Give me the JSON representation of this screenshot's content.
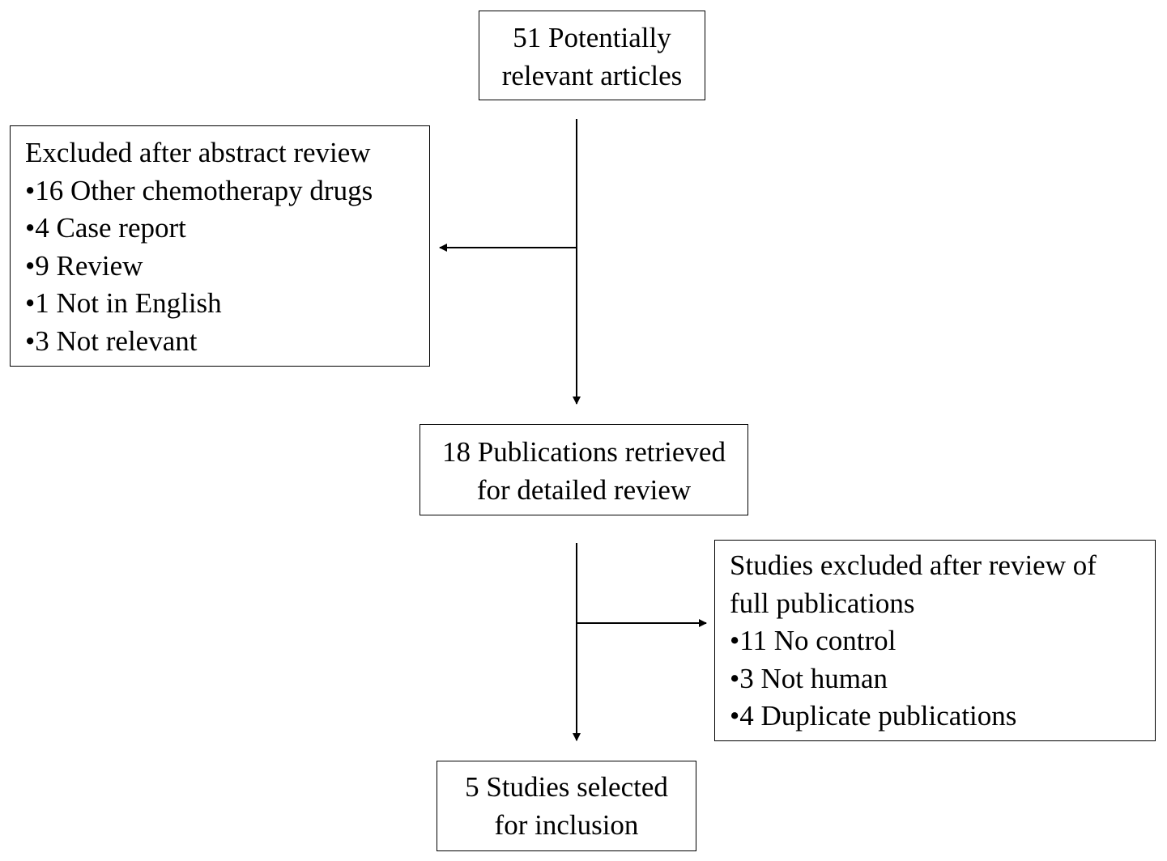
{
  "top_box": {
    "lines": [
      "51 Potentially",
      "relevant articles"
    ]
  },
  "excluded_abstract": {
    "title": "Excluded after abstract review",
    "items": [
      "•16 Other chemotherapy drugs",
      "•4 Case report",
      "•9 Review",
      "•1 Not in English",
      "•3 Not relevant"
    ]
  },
  "middle_box": {
    "lines": [
      "18 Publications retrieved",
      "for detailed review"
    ]
  },
  "excluded_full": {
    "title_lines": [
      "Studies excluded after review of",
      "full publications"
    ],
    "items": [
      "•11 No control",
      "•3 Not human",
      "•4 Duplicate publications"
    ]
  },
  "final_box": {
    "lines": [
      "5 Studies selected",
      "for inclusion"
    ]
  }
}
